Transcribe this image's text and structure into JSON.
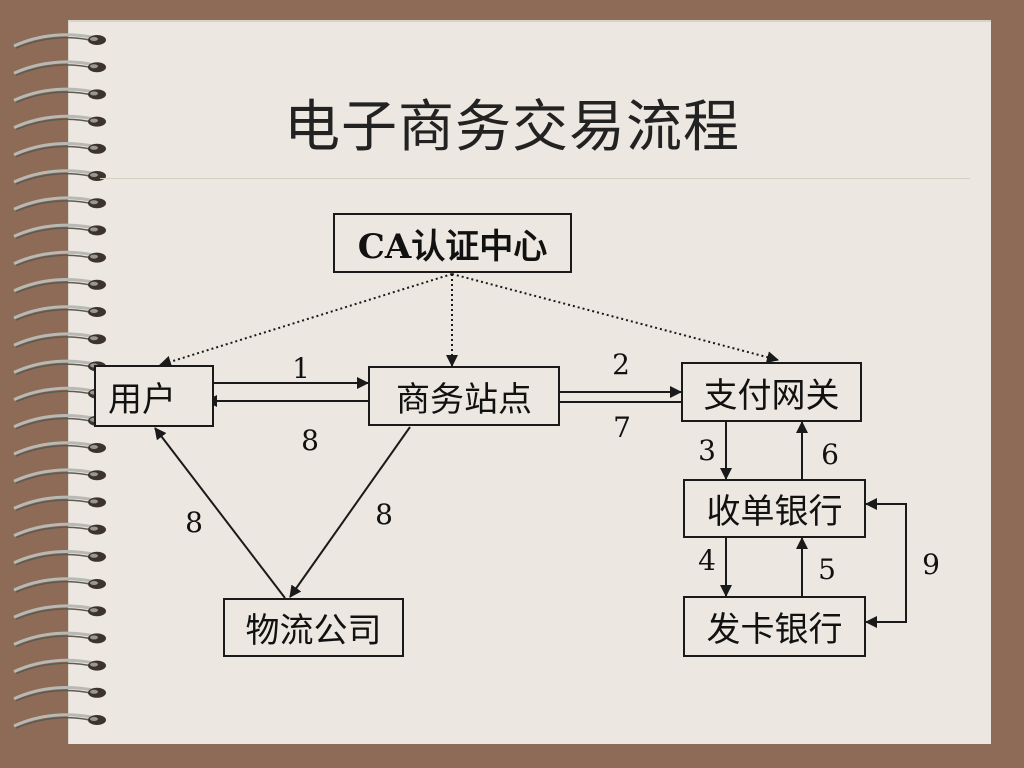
{
  "title": "电子商务交易流程",
  "nodes": {
    "ca": "CA认证中心",
    "user": "用户",
    "shop": "商务站点",
    "gateway": "支付网关",
    "acquirer": "收单银行",
    "issuer": "发卡银行",
    "logistics": "物流公司"
  },
  "edge_labels": {
    "user_to_shop": "1",
    "shop_to_user": "8",
    "shop_to_gateway": "2",
    "gateway_to_shop": "7",
    "gateway_to_acquirer": "3",
    "acquirer_to_gateway": "6",
    "acquirer_to_issuer": "4",
    "issuer_to_acquirer": "5",
    "acquirer_issuer_loop": "9",
    "logistics_to_user": "8",
    "shop_to_logistics": "8"
  },
  "colors": {
    "background": "#8d6b57",
    "paper": "#ece7e0",
    "line": "#1a1a1a"
  }
}
